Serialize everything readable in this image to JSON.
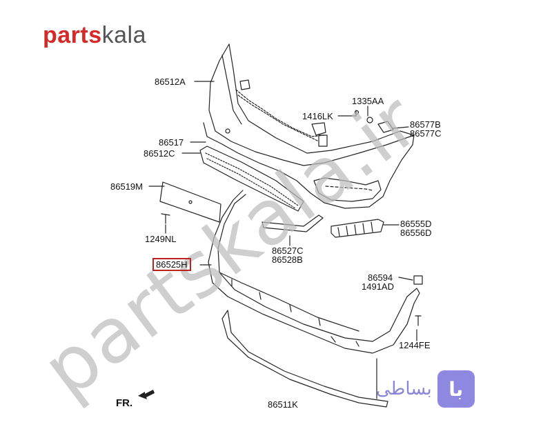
{
  "brand": {
    "part1": "parts",
    "part2": "kala"
  },
  "watermark": "partskala.ir",
  "badge": {
    "text": "بساطی",
    "box": "با"
  },
  "direction_label": "FR.",
  "callouts": {
    "c86512A": "86512A",
    "c1335AA": "1335AA",
    "c1416LK": "1416LK",
    "c86577B": "86577B",
    "c86577C": "86577C",
    "c86517": "86517",
    "c86512C": "86512C",
    "c86519M": "86519M",
    "c86555D": "86555D",
    "c86556D": "86556D",
    "c1249NL": "1249NL",
    "c86527C": "86527C",
    "c86528B": "86528B",
    "c86525H": "86525H",
    "c86594": "86594",
    "c1491AD": "1491AD",
    "c1244FE": "1244FE",
    "c86511K": "86511K"
  },
  "colors": {
    "brand_red": "#d42a2a",
    "brand_gray": "#555555",
    "highlight": "#c02020",
    "badge": "#8f88e0",
    "watermark": "#bcbcbc"
  }
}
